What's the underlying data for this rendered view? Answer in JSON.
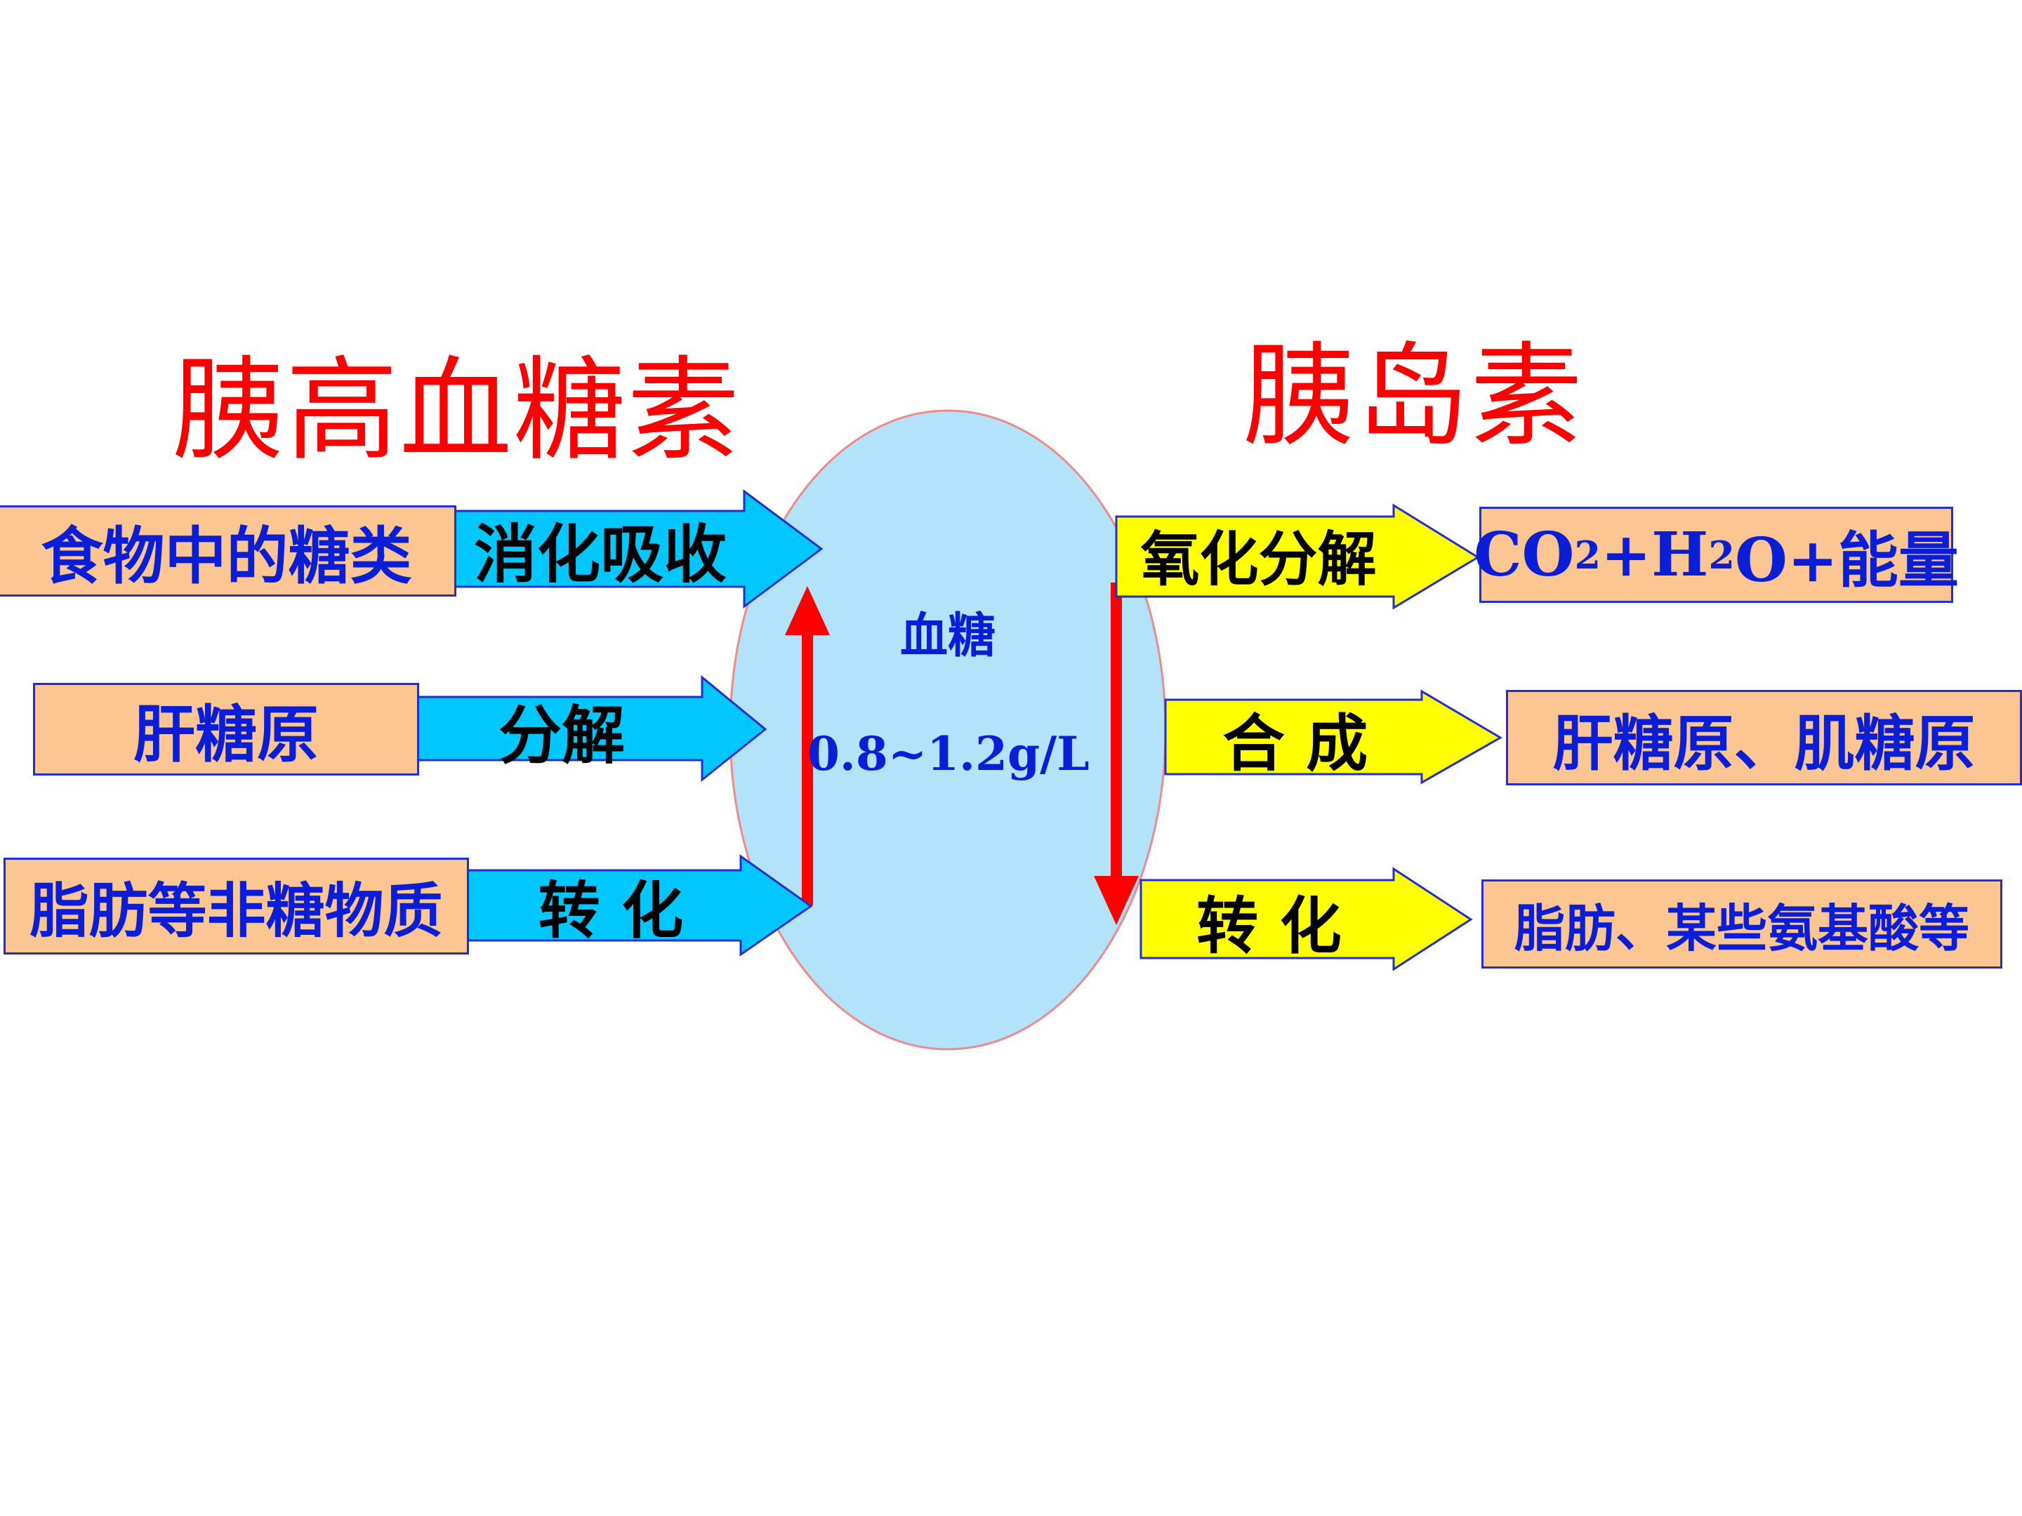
{
  "titles": {
    "glucagon": "胰高血糖素",
    "insulin": "胰岛素"
  },
  "blood_glucose": {
    "label": "血糖",
    "range": "0.8~1.2g/L"
  },
  "sources": [
    {
      "box": "食物中的糖类",
      "process": "消化吸收"
    },
    {
      "box": "肝糖原",
      "process": "分解"
    },
    {
      "box": "脂肪等非糖物质",
      "process": "转 化"
    }
  ],
  "outputs": [
    {
      "process": "氧化分解",
      "box_parts": [
        "CO",
        "2",
        "+H",
        "2",
        "O+能量"
      ]
    },
    {
      "process": "合 成",
      "box": "肝糖原、肌糖原"
    },
    {
      "process": "转  化",
      "box": "脂肪、某些氨基酸等"
    }
  ],
  "colors": {
    "heading": "#ff0000",
    "box_fill": "#fcc693",
    "box_text": "#0a1ed8",
    "left_arrow": "#00c8ff",
    "right_arrow": "#ffff00",
    "ellipse": "#b3e3fb",
    "red_arrow": "#ff0000"
  }
}
